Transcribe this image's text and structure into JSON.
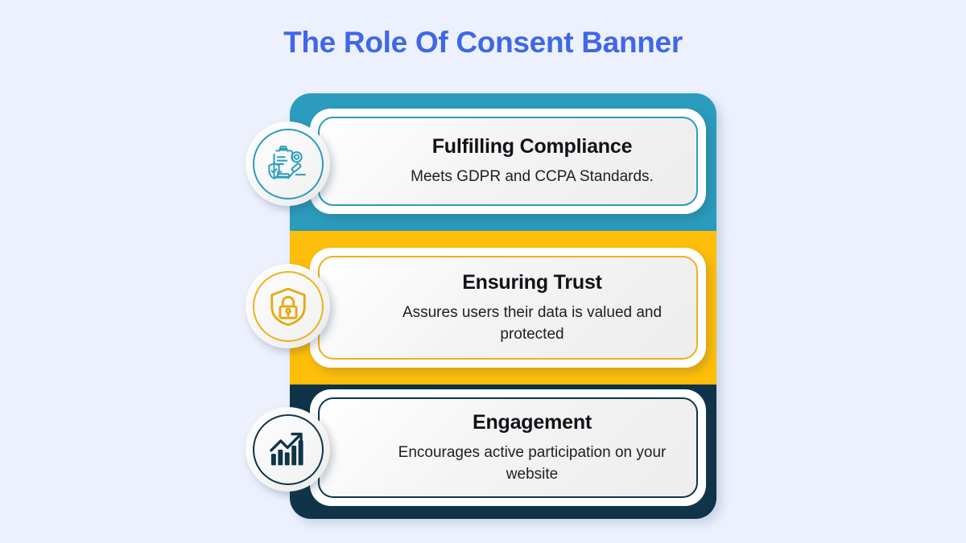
{
  "page": {
    "title": "The Role Of Consent Banner",
    "background_color": "#ecf1fd",
    "title_color": "#4067e8"
  },
  "cards": [
    {
      "title": "Fulfilling Compliance",
      "description": "Meets GDPR and CCPA Standards.",
      "accent_color": "#2b9cbd",
      "icon": "compliance-clipboard-gavel-icon"
    },
    {
      "title": "Ensuring Trust",
      "description": "Assures users their data is valued and protected",
      "accent_color": "#ffbe09",
      "icon": "shield-lock-icon"
    },
    {
      "title": "Engagement",
      "description": "Encourages active participation on your website",
      "accent_color": "#0f3449",
      "icon": "growth-bar-chart-arrow-icon"
    }
  ]
}
